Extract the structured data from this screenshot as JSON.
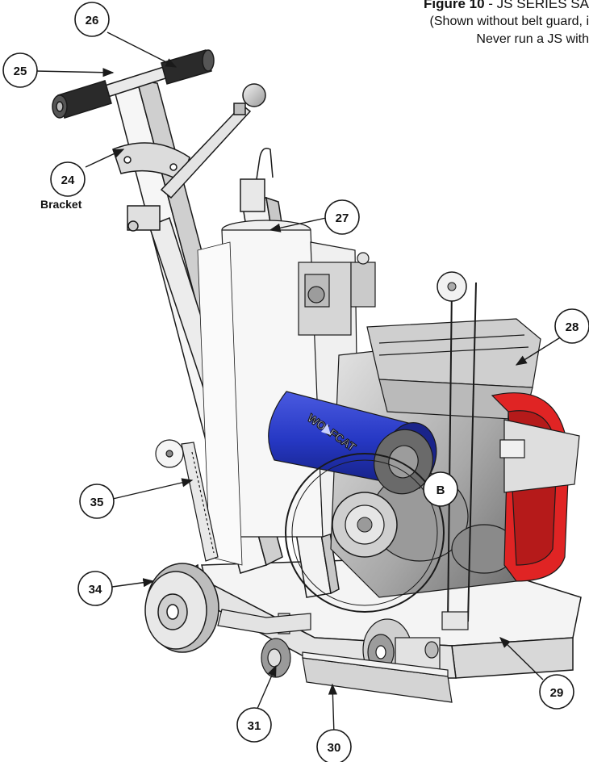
{
  "caption": {
    "figure_label": "Figure 10",
    "title_rest": " - JS SERIES SA",
    "line2": "(Shown without belt guard, i",
    "line3": "Never run a JS with"
  },
  "callouts": [
    {
      "id": "c24",
      "label": "24"
    },
    {
      "id": "c25",
      "label": "25"
    },
    {
      "id": "c26",
      "label": "26"
    },
    {
      "id": "c27",
      "label": "27"
    },
    {
      "id": "c28",
      "label": "28"
    },
    {
      "id": "c29",
      "label": "29"
    },
    {
      "id": "c30",
      "label": "30"
    },
    {
      "id": "c31",
      "label": "31"
    },
    {
      "id": "c34",
      "label": "34"
    },
    {
      "id": "c35",
      "label": "35"
    },
    {
      "id": "cB",
      "label": "B"
    }
  ],
  "bracket_label": "Bracket",
  "brand_text": "WOLFCAT",
  "colors": {
    "motor_blue": "#2638c4",
    "guard_red": "#e02424",
    "line": "#1a1a1a"
  }
}
